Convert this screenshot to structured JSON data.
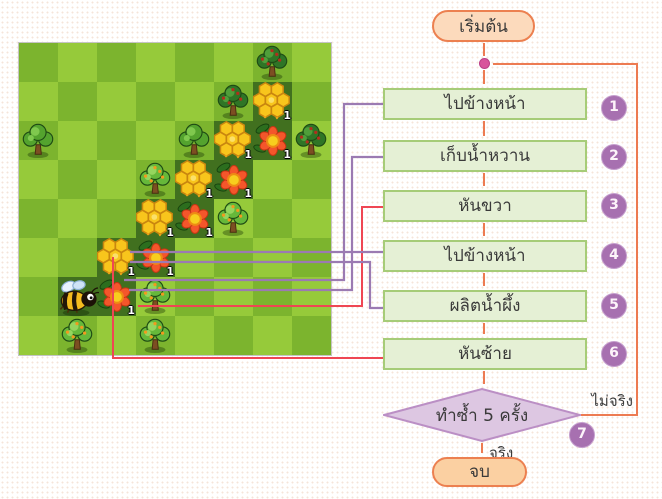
{
  "flowchart": {
    "start_label": "เริ่มต้น",
    "end_label": "จบ",
    "steps": [
      {
        "num": "1",
        "label": "ไปข้างหน้า"
      },
      {
        "num": "2",
        "label": "เก็บน้ำหวาน"
      },
      {
        "num": "3",
        "label": "หันขวา"
      },
      {
        "num": "4",
        "label": "ไปข้างหน้า"
      },
      {
        "num": "5",
        "label": "ผลิตน้ำผึ้ง"
      },
      {
        "num": "6",
        "label": "หันซ้าย"
      }
    ],
    "decision": {
      "num": "7",
      "label": "ทำซ้ำ 5 ครั้ง",
      "true_label": "จริง",
      "false_label": "ไม่จริง"
    },
    "colors": {
      "terminal_fill": "#fcdabc",
      "terminal_border": "#ec8050",
      "process_fill": "#e5f0d5",
      "process_border": "#a6cc78",
      "decision_fill": "#ddc7e2",
      "decision_border": "#bb8fc5",
      "number_circle": "#a770b0",
      "flow_arrow": "#ed7b52",
      "junction_dot": "#d8549c"
    }
  },
  "connectors": {
    "purple": "#9b7ab2",
    "red": "#ef4653",
    "note": "purple/red callout lines link flowchart steps 1,2,3,4,5,6 to the honeycomb and flower cells in the game screenshot"
  },
  "game": {
    "grid": {
      "cols": 8,
      "rows": 8,
      "cell": 39
    },
    "colors": {
      "grass_olive": "#7cb42e",
      "grass_light": "#96ca3a",
      "path_dark": "#41701f",
      "honeycomb": "#f8c51c",
      "flower_petal": "#f4562b",
      "flower_center": "#f7ce1e",
      "bee_body": "#f4bc1e"
    },
    "dark_cells": [
      [
        6,
        1
      ],
      [
        5,
        2
      ],
      [
        6,
        2
      ],
      [
        4,
        3
      ],
      [
        5,
        3
      ],
      [
        3,
        4
      ],
      [
        4,
        4
      ],
      [
        2,
        5
      ],
      [
        3,
        5
      ],
      [
        1,
        6
      ],
      [
        2,
        6
      ]
    ],
    "items": [
      {
        "type": "tree-dark",
        "col": 6,
        "row": 0
      },
      {
        "type": "tree-dark",
        "col": 5,
        "row": 1
      },
      {
        "type": "honeycomb",
        "col": 6,
        "row": 1,
        "label": "1"
      },
      {
        "type": "tree-green",
        "col": 0,
        "row": 2
      },
      {
        "type": "tree-green",
        "col": 4,
        "row": 2
      },
      {
        "type": "honeycomb",
        "col": 5,
        "row": 2,
        "label": "1"
      },
      {
        "type": "flower",
        "col": 6,
        "row": 2,
        "label": "1"
      },
      {
        "type": "tree-dark",
        "col": 7,
        "row": 2
      },
      {
        "type": "tree-apple",
        "col": 3,
        "row": 3
      },
      {
        "type": "honeycomb",
        "col": 4,
        "row": 3,
        "label": "1"
      },
      {
        "type": "flower",
        "col": 5,
        "row": 3,
        "label": "1"
      },
      {
        "type": "honeycomb",
        "col": 3,
        "row": 4,
        "label": "1"
      },
      {
        "type": "flower",
        "col": 4,
        "row": 4,
        "label": "1"
      },
      {
        "type": "tree-apple",
        "col": 5,
        "row": 4
      },
      {
        "type": "honeycomb",
        "col": 2,
        "row": 5,
        "label": "1"
      },
      {
        "type": "flower",
        "col": 3,
        "row": 5,
        "label": "1"
      },
      {
        "type": "bee",
        "col": 1,
        "row": 6
      },
      {
        "type": "flower",
        "col": 2,
        "row": 6,
        "label": "1"
      },
      {
        "type": "tree-apple",
        "col": 3,
        "row": 6
      },
      {
        "type": "tree-apple",
        "col": 1,
        "row": 7
      },
      {
        "type": "tree-apple",
        "col": 3,
        "row": 7
      }
    ]
  }
}
